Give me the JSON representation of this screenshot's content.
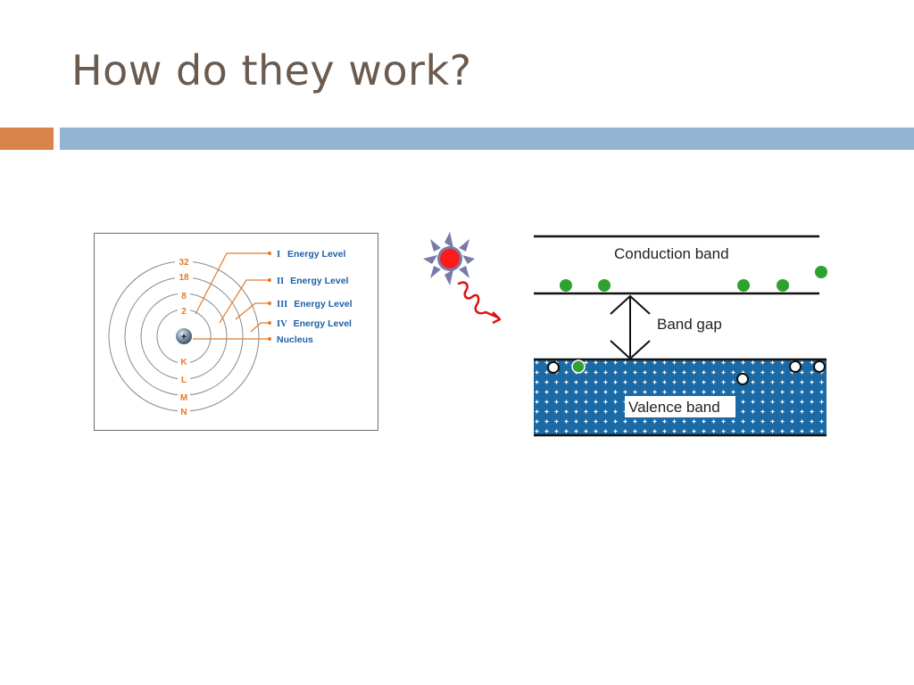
{
  "slide": {
    "title": "How do they work?"
  },
  "atom_diagram": {
    "shell_counts": [
      "32",
      "18",
      "8",
      "2"
    ],
    "shell_letters": [
      "K",
      "L",
      "M",
      "N"
    ],
    "nucleus_symbol": "+",
    "labels": [
      {
        "numeral": "I",
        "text": "Energy Level"
      },
      {
        "numeral": "II",
        "text": "Energy Level"
      },
      {
        "numeral": "III",
        "text": "Energy Level"
      },
      {
        "numeral": "IV",
        "text": "Energy Level"
      },
      {
        "numeral": "",
        "text": "Nucleus"
      }
    ],
    "colors": {
      "shell_count": "#e07b2c",
      "label": "#1f5fa8",
      "ring": "#8a8a8a",
      "leader": "#e07b2c"
    }
  },
  "photon": {
    "colors": {
      "core": "#ff1a1a",
      "rays": "#7a7aa8",
      "wave": "#e01010"
    }
  },
  "band_diagram": {
    "conduction_label": "Conduction band",
    "gap_label": "Band gap",
    "valence_label": "Valence band",
    "colors": {
      "valence_fill": "#1c6aa5",
      "electron": "#2ea12e",
      "hole": "#ffffff",
      "line": "#111111"
    }
  }
}
